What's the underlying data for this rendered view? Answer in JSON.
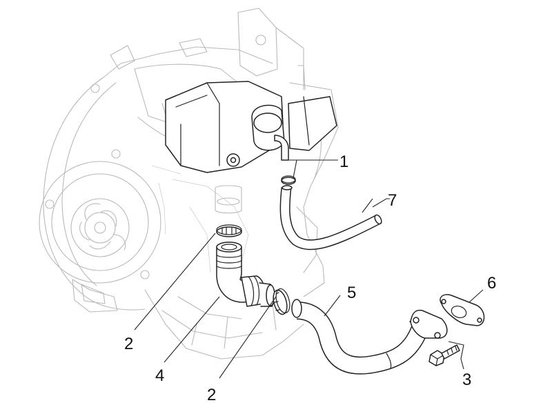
{
  "callouts": [
    {
      "id": "c1",
      "text": "1"
    },
    {
      "id": "c2a",
      "text": "2"
    },
    {
      "id": "c2b",
      "text": "2"
    },
    {
      "id": "c3",
      "text": "3"
    },
    {
      "id": "c4",
      "text": "4"
    },
    {
      "id": "c5",
      "text": "5"
    },
    {
      "id": "c6",
      "text": "6"
    },
    {
      "id": "c7",
      "text": "7"
    }
  ]
}
